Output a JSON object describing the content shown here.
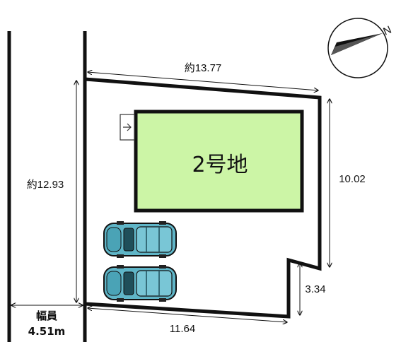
{
  "lot": {
    "label": "2号地",
    "building_color": "#ccf5a6"
  },
  "dimensions": {
    "top": "約13.77",
    "left": "約12.93",
    "right": "10.02",
    "notch": "3.34",
    "bottom": "11.64"
  },
  "road": {
    "label": "幅員",
    "width": "4.51m"
  },
  "compass": {
    "north_label": "N"
  },
  "parking": {
    "car_count": 2,
    "car_color": "#5fb5c7"
  }
}
